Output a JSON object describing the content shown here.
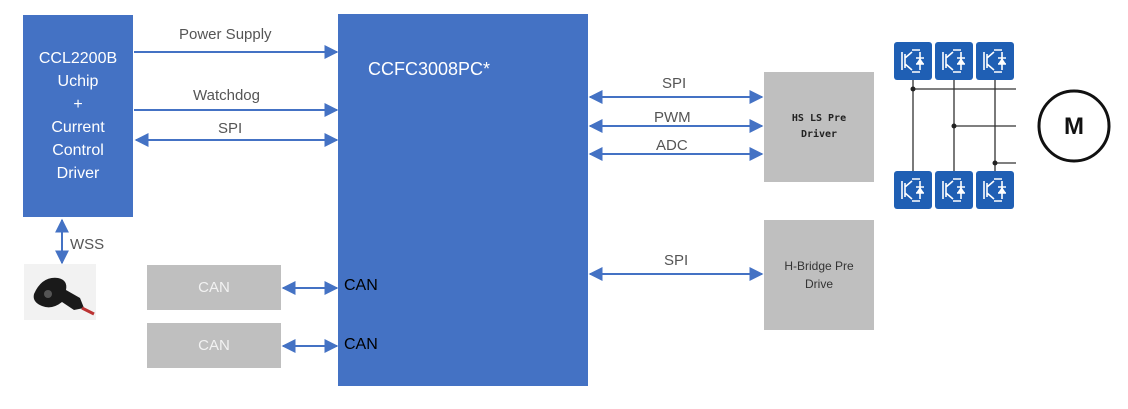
{
  "blocks": {
    "ccl": "CCL2200B\nUchip\n+\nCurrent\nControl\nDriver",
    "mcu": "CCFC3008PC*",
    "can_a": "CAN",
    "can_b": "CAN",
    "mcu_can_a": "CAN",
    "mcu_can_b": "CAN",
    "hsls": "HS LS Pre\nDriver",
    "hbridge": "H-Bridge Pre\nDrive",
    "motor": "M"
  },
  "signals": {
    "power_supply": "Power Supply",
    "watchdog": "Watchdog",
    "spi_left": "SPI",
    "wss": "WSS",
    "spi_hsls": "SPI",
    "pwm": "PWM",
    "adc": "ADC",
    "spi_hbridge": "SPI"
  },
  "colors": {
    "block_blue": "#4472c4",
    "box_gray": "#bfbfbf",
    "arrow_blue": "#4472c4",
    "igbt_blue": "#1f5fb4"
  },
  "icons": {
    "sensor": "wheel-speed-sensor-image",
    "switch": "igbt-switch-icon"
  }
}
